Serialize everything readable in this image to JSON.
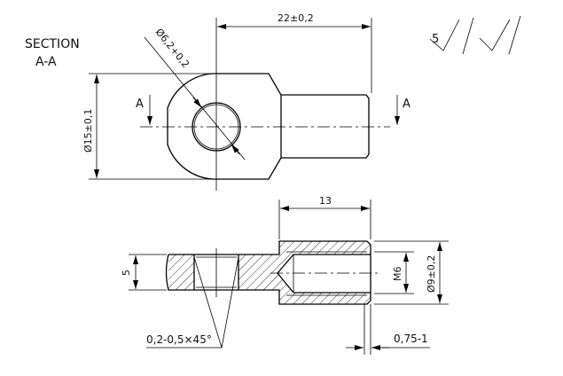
{
  "title": {
    "line1": "SECTION",
    "line2": "A-A"
  },
  "section_marks": {
    "left": "A",
    "right": "A"
  },
  "top_view": {
    "length_dim": "22±0,2",
    "height_dim": "Ø15±0,1",
    "hole_dim": "Ø6,2+0,2"
  },
  "section_view": {
    "shank_length_dim": "13",
    "thickness_dim": "5",
    "thread_dim": "M6",
    "shank_diameter_dim": "Ø9±0,2",
    "chamfer_note": "0,2-0,5×45°",
    "end_chamfer_dim": "0,75-1"
  },
  "surface_finish": {
    "roughness": "5"
  },
  "colors": {
    "line": "#000000",
    "background": "#ffffff"
  }
}
